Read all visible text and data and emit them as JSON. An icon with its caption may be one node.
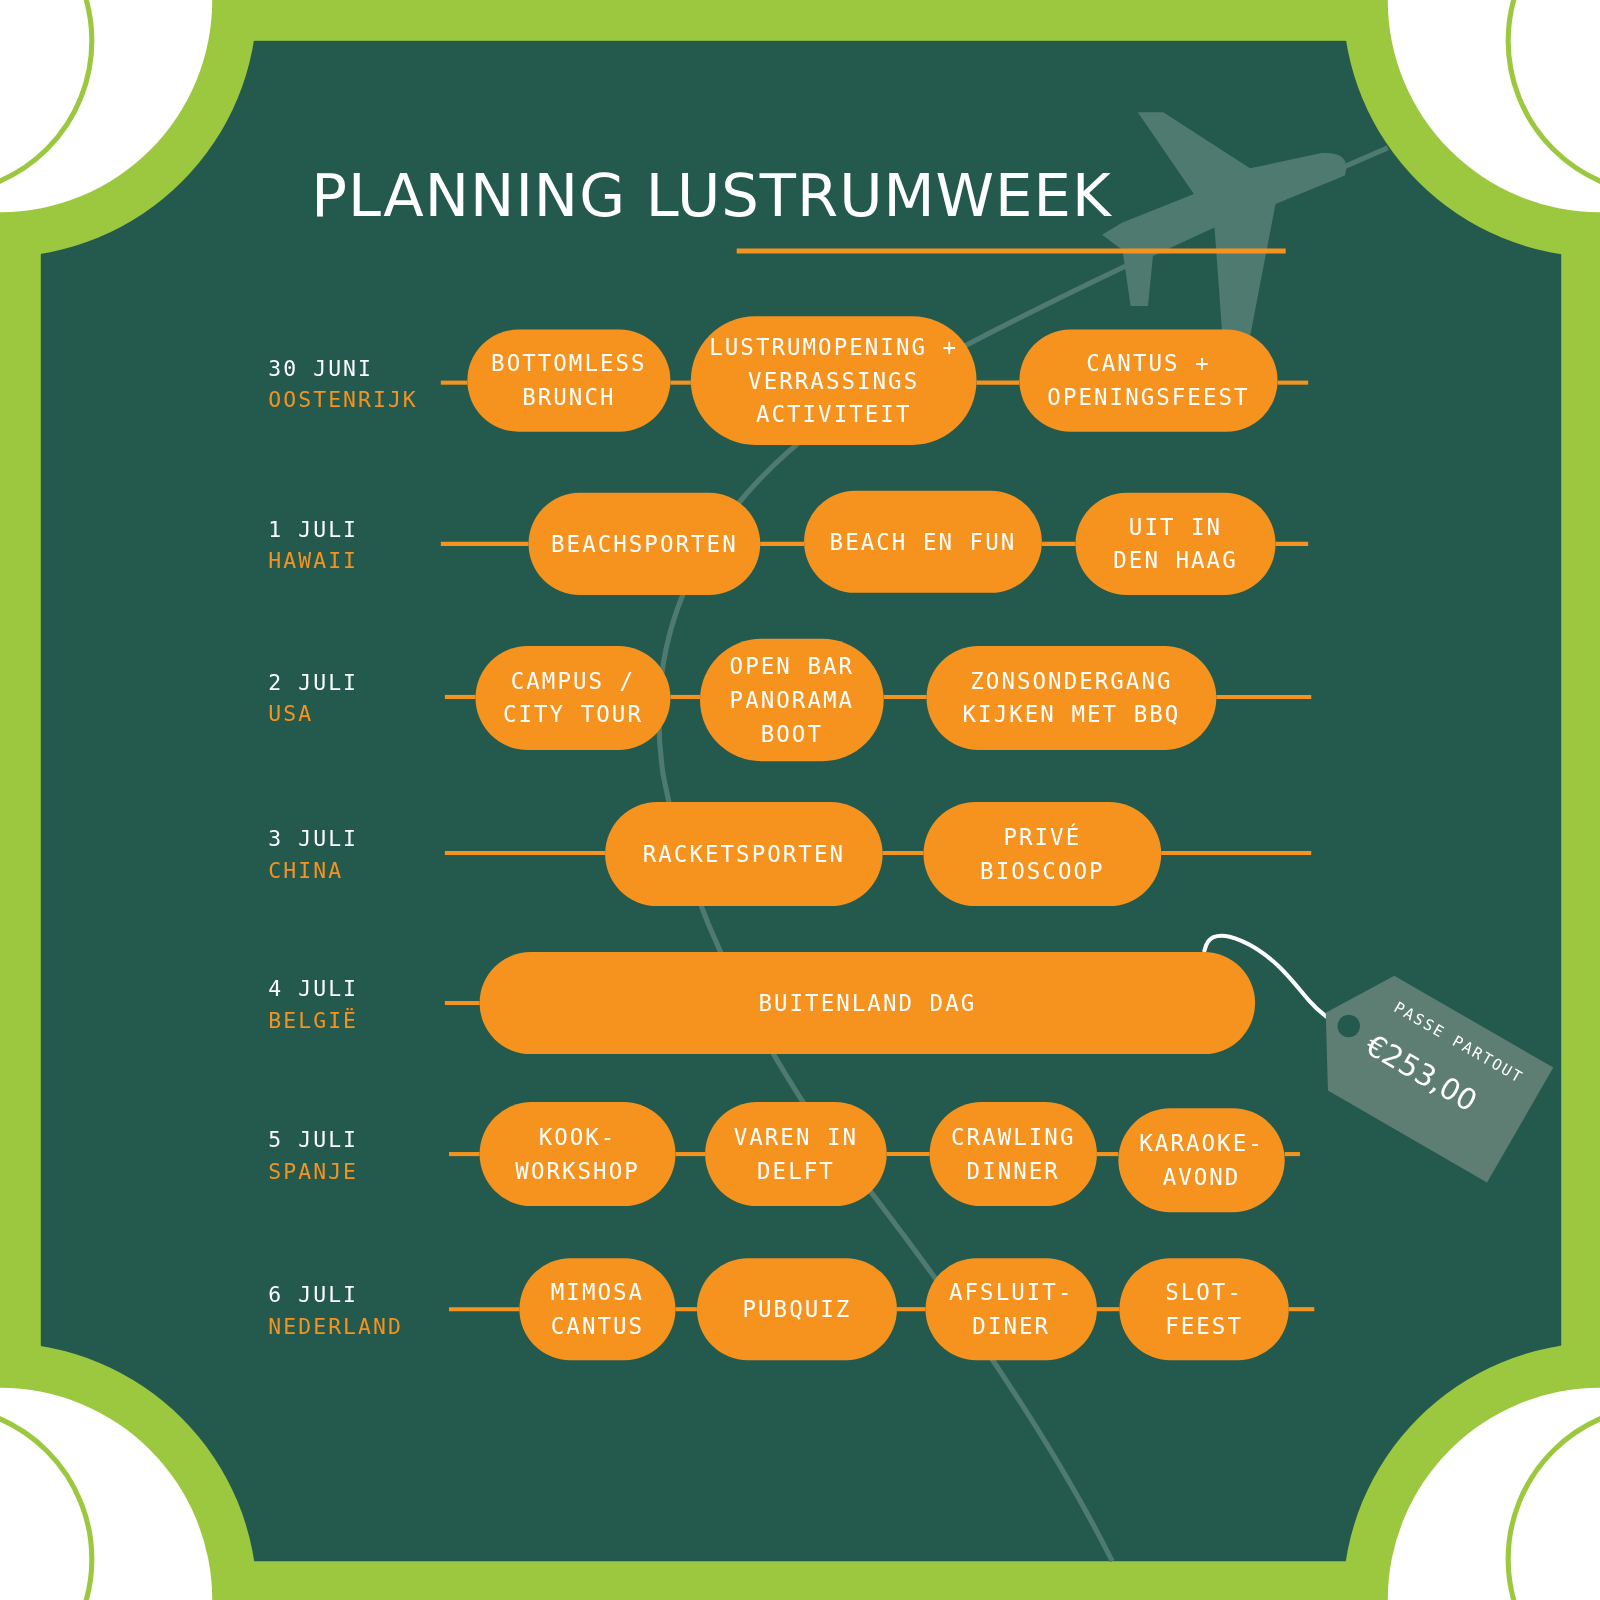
{
  "diagram": {
    "title": "PLANNING LUSTRUMWEEK",
    "nodes": [
      {
        "text": [
          "BOTTOMLESS BRUNCH"
        ]
      },
      {
        "text": [
          "LUSTRUMOPENING + VERRASSINGS ACTIVITEIT"
        ]
      },
      {
        "text": [
          "CANTUS + OPENINGSFEEST"
        ]
      },
      {
        "text": [
          "BEACHSPORTEN"
        ]
      },
      {
        "text": [
          "BEACH EN FUN"
        ]
      },
      {
        "text": [
          "UIT IN DEN HAAG"
        ]
      },
      {
        "text": [
          "CAMPUS / CITY TOUR"
        ]
      },
      {
        "text": [
          "OPEN BAR PANORAMA BOOT"
        ]
      },
      {
        "text": [
          "ZONSONDERGANG KIJKEN MET BBQ"
        ]
      },
      {
        "text": [
          "RACKETSPORTEN"
        ]
      },
      {
        "text": [
          "PRIVÉ BIOSCOOP"
        ]
      },
      {
        "text": [
          "BUITENLAND DAG"
        ]
      },
      {
        "text": [
          "PASSE PARTOUT",
          "€253,00"
        ]
      },
      {
        "text": [
          "KOOK- WORKSHOP"
        ]
      },
      {
        "text": [
          "VAREN IN DELFT"
        ]
      },
      {
        "text": [
          "CRAWLING DINNER"
        ]
      },
      {
        "text": [
          "KARAOKE- AVOND"
        ]
      },
      {
        "text": [
          "MIMOSA CANTUS"
        ]
      },
      {
        "text": [
          "PUBQUIZ"
        ]
      },
      {
        "text": [
          "AFSLUIT- DINER"
        ]
      },
      {
        "text": [
          "SLOT- FEEST"
        ]
      }
    ],
    "edges": [
      {
        "from": null,
        "to": 0,
        "arrow": "none"
      },
      {
        "from": 0,
        "to": 1,
        "arrow": "none"
      },
      {
        "from": 1,
        "to": 2,
        "arrow": "none"
      },
      {
        "from": 2,
        "to": null,
        "arrow": "none"
      },
      {
        "from": null,
        "to": 3,
        "arrow": "none"
      },
      {
        "from": 3,
        "to": 4,
        "arrow": "none"
      },
      {
        "from": 4,
        "to": 5,
        "arrow": "none"
      },
      {
        "from": 5,
        "to": null,
        "arrow": "none"
      },
      {
        "from": null,
        "to": 6,
        "arrow": "none"
      },
      {
        "from": 6,
        "to": 7,
        "arrow": "none"
      },
      {
        "from": 7,
        "to": 8,
        "arrow": "none"
      },
      {
        "from": 8,
        "to": null,
        "arrow": "none"
      },
      {
        "from": null,
        "to": 9,
        "arrow": "none"
      },
      {
        "from": 9,
        "to": 10,
        "arrow": "none"
      },
      {
        "from": 10,
        "to": null,
        "arrow": "none"
      },
      {
        "from": null,
        "to": 11,
        "arrow": "none"
      },
      {
        "from": 11,
        "to": 12,
        "arrow": "none",
        "color": "#ffffff"
      },
      {
        "from": null,
        "to": 13,
        "arrow": "none"
      },
      {
        "from": 13,
        "to": 14,
        "arrow": "none"
      },
      {
        "from": 14,
        "to": 15,
        "arrow": "none"
      },
      {
        "from": 15,
        "to": 16,
        "arrow": "none"
      },
      {
        "from": 16,
        "to": null,
        "arrow": "none"
      },
      {
        "from": null,
        "to": 17,
        "arrow": "none"
      },
      {
        "from": 17,
        "to": 18,
        "arrow": "none"
      },
      {
        "from": 18,
        "to": 19,
        "arrow": "none"
      },
      {
        "from": 19,
        "to": 20,
        "arrow": "none"
      },
      {
        "from": 20,
        "to": null,
        "arrow": "none"
      }
    ],
    "labels": [
      "30 JUNI",
      "OOSTENRIJK",
      "1 JULI",
      "HAWAII",
      "2 JULI",
      "USA",
      "3 JULI",
      "CHINA",
      "4 JULI",
      "BELGIË",
      "5 JULI",
      "SPANJE",
      "6 JULI",
      "NEDERLAND"
    ]
  }
}
